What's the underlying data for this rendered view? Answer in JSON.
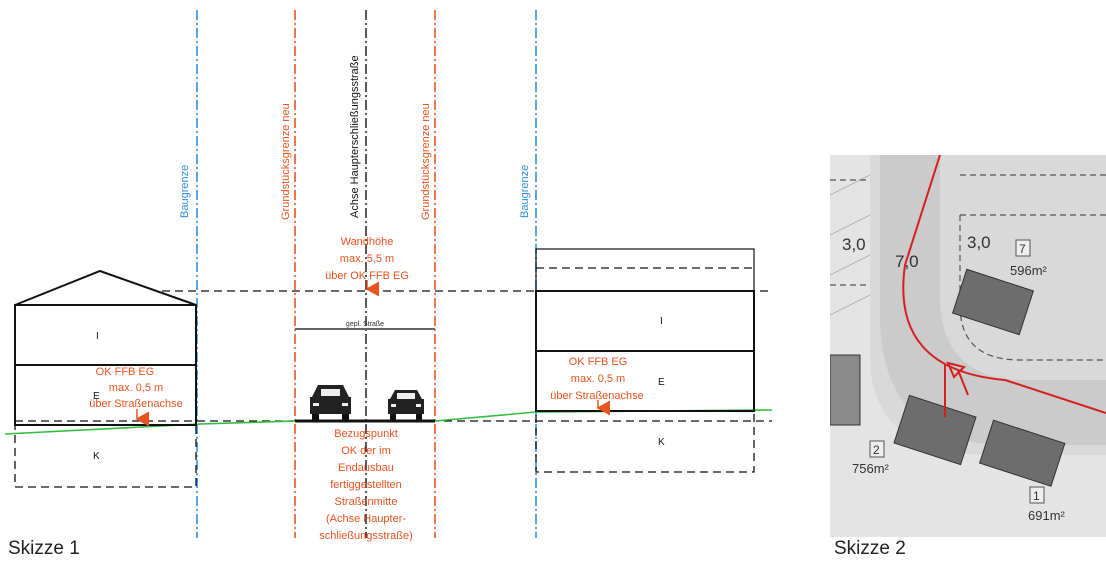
{
  "sketch1": {
    "caption": "Skizze 1",
    "labels": {
      "baugrenze_left": "Baugrenze",
      "baugrenze_right": "Baugrenze",
      "grundstueck_left": "Grundstücksgrenze neu",
      "grundstueck_right": "Grundstücksgrenze neu",
      "achse": "Achse Haupterschließungsstraße",
      "geplante_strasse": "gepl. Straße"
    },
    "floors_left": {
      "upper": "I",
      "ground": "E",
      "basement": "K"
    },
    "floors_right": {
      "upper": "I",
      "ground": "E",
      "basement": "K"
    },
    "annotation_wall": [
      "Wandhöhe",
      "max. 5,5 m",
      "über OK FFB EG"
    ],
    "annotation_ffb_left": [
      "OK FFB EG",
      "max. 0,5 m",
      "über Straßenachse"
    ],
    "annotation_ffb_right": [
      "OK FFB EG",
      "max. 0,5 m",
      "über Straßenachse"
    ],
    "annotation_reference": [
      "Bezugspunkt",
      "OK der im",
      "Endausbau",
      "fertiggestellten",
      "Straßenmitte",
      "(Achse Haupter-",
      "schließungsstraße)"
    ]
  },
  "sketch2": {
    "caption": "Skizze 2",
    "parcels": [
      {
        "number": "7",
        "area": "596m²"
      },
      {
        "number": "2",
        "area": "756m²"
      },
      {
        "number": "1",
        "area": "691m²"
      }
    ],
    "distance_labels": [
      "3,0",
      "7,0",
      "3,0"
    ]
  },
  "colors": {
    "annotation_orange": "#e8531f",
    "baugrenze_blue": "#2e8fe0",
    "terrain_green": "#2fbf3a",
    "line_black": "#111111",
    "parcel_red": "#d42020"
  }
}
